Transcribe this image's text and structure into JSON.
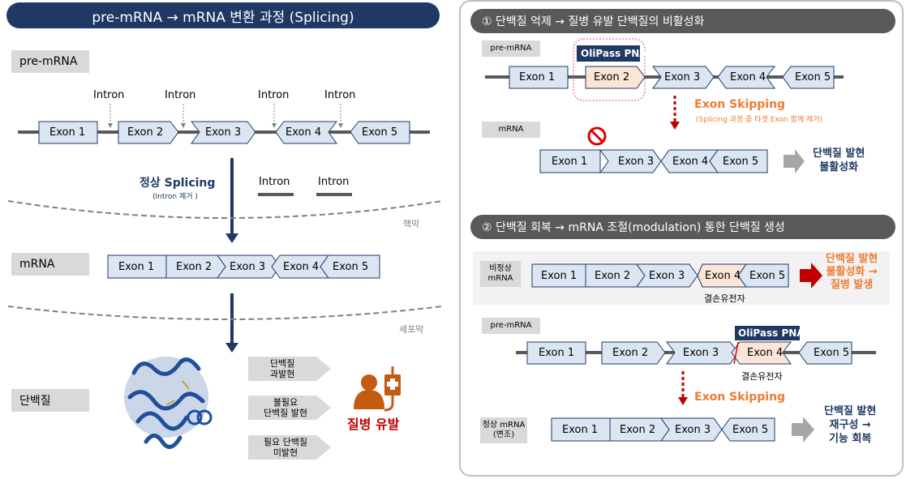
{
  "left": {
    "title": "pre-mRNA → mRNA 변환 과정 (Splicing)",
    "premrna_label": "pre-mRNA",
    "introns": [
      "Intron",
      "Intron",
      "Intron",
      "Intron"
    ],
    "premrna_exons": [
      "Exon 1",
      "Exon 2",
      "Exon 3",
      "Exon 4",
      "Exon 5"
    ],
    "normal_splicing": "정상 Splicing",
    "intron_removal": "(Intron 제거 )",
    "removed_introns": [
      "Intron",
      "Intron"
    ],
    "nuclear_membrane": "핵막",
    "mrna_label": "mRNA",
    "mrna_exons": [
      "Exon 1",
      "Exon 2",
      "Exon 3",
      "Exon 4",
      "Exon 5"
    ],
    "cell_membrane": "세포막",
    "protein_label": "단백질",
    "effects": [
      {
        "line1": "단백질",
        "line2": "과발현"
      },
      {
        "line1": "불필요",
        "line2": "단백질 발현"
      },
      {
        "line1": "필요 단백질",
        "line2": "미발현"
      }
    ],
    "disease": "질병 유발"
  },
  "right": {
    "section1_title": "① 단백질 억제 → 질병 유발 단백질의 비활성화",
    "s1_premrna_label": "pre-mRNA",
    "oligo_tag": "OliPass PNA",
    "s1_exons": [
      "Exon 1",
      "Exon 2",
      "Exon 3",
      "Exon 4",
      "Exon 5"
    ],
    "exon_skipping": "Exon Skipping",
    "exon_skipping_note": "(Splicing 과정 중 타겟 Exon 함께 제거)",
    "s1_mrna_label": "mRNA",
    "s1_mrna_exons": [
      "Exon 1",
      "Exon 3",
      "Exon 4",
      "Exon 5"
    ],
    "s1_result_line1": "단백질 발현",
    "s1_result_line2": "불활성화",
    "section2_title": "② 단백질 회복 → mRNA 조절(modulation) 통한 단백질 생성",
    "abnormal_label_line1": "비정상",
    "abnormal_label_line2": "mRNA",
    "abnormal_exons": [
      "Exon 1",
      "Exon 2",
      "Exon 3",
      "Exon 4",
      "Exon 5"
    ],
    "abnormal_result_line1": "단백질 발현",
    "abnormal_result_line2": "불활성화 →",
    "abnormal_result_line3": "질병 발생",
    "defect_gene": "결손유전자",
    "s2_premrna_label": "pre-mRNA",
    "oligo_tag2": "OliPass PNA",
    "s2_exons": [
      "Exon 1",
      "Exon 2",
      "Exon 3",
      "Exon 4",
      "Exon 5"
    ],
    "defect_gene2": "결손유전자",
    "exon_skipping2": "Exon Skipping",
    "normal_mrna_line1": "정상 mRNA",
    "normal_mrna_line2": "(변조)",
    "normal_exons": [
      "Exon 1",
      "Exon 2",
      "Exon 3",
      "Exon 5"
    ],
    "final_result_line1": "단백질 발현",
    "final_result_line2": "재구성 →",
    "final_result_line3": "기능 회복"
  },
  "colors": {
    "navy": "#1f3864",
    "exon_fill": "#dce6f2",
    "exon_stroke": "#1f3864",
    "target_fill": "#fbe5d6",
    "orange": "#ed7d31",
    "red": "#c00000",
    "gray_label": "#d9d9d9",
    "dark_pill": "#595959"
  }
}
